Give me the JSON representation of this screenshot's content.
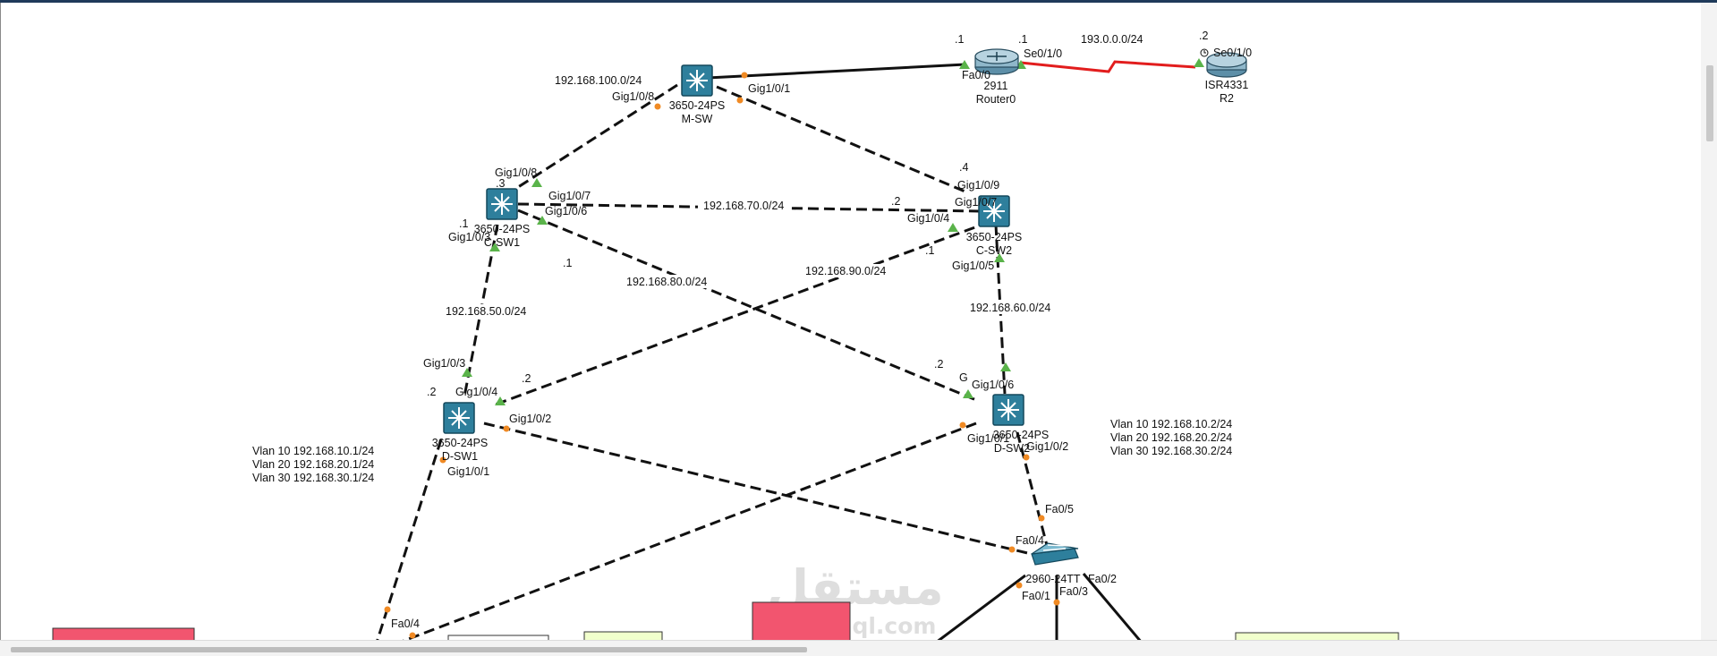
{
  "colors": {
    "switch_blue": "#2e7f9c",
    "serial_link": "#e21d1d",
    "port_up": "#5ab34a",
    "port_amber": "#f08a24",
    "note_pink": "#f2556f",
    "note_yellow": "#f1ffcc"
  },
  "devices": {
    "msw": {
      "model": "3650-24PS",
      "name": "M-SW"
    },
    "router0": {
      "model": "2911",
      "name": "Router0"
    },
    "r2": {
      "model": "ISR4331",
      "name": "R2"
    },
    "csw1": {
      "model": "3650-24PS",
      "name": "C-SW1"
    },
    "csw2": {
      "model": "3650-24PS",
      "name": "C-SW2"
    },
    "dsw1": {
      "model": "3650-24PS",
      "name": "D-SW1"
    },
    "dsw2": {
      "model": "3650-24PS",
      "name": "D-SW2"
    },
    "access": {
      "model": "2960-24TT",
      "name": ""
    }
  },
  "labels": {
    "net_193": "193.0.0.0/24",
    "net_100": "192.168.100.0/24",
    "net_70": "192.168.70.0/24",
    "net_90": "192.168.90.0/24",
    "net_80": "192.168.80.0/24",
    "net_50": "192.168.50.0/24",
    "net_60": "192.168.60.0/24",
    "r0_ip": ".1",
    "r0_se_ip": ".1",
    "r2_ip": ".2",
    "r0_fa": "Fa0/0",
    "r0_se": "Se0/1/0",
    "r2_se": "Se0/1/0",
    "msw_g8": "Gig1/0/8",
    "msw_g1": "Gig1/0/1",
    "csw1_g8": "Gig1/0/8",
    "csw1_g7": "Gig1/0/7",
    "csw1_g6": "Gig1/0/6",
    "csw1_g3": "Gig1/0/3",
    "csw1_ip3": ".3",
    "csw1_ip1": ".1",
    "csw1_ip1b": ".1",
    "csw2_ip4": ".4",
    "csw2_g9": "Gig1/0/9",
    "csw2_g7": "Gig1/0/7",
    "csw2_g4": "Gig1/0/4",
    "csw2_ip2": ".2",
    "csw2_ip1": ".1",
    "csw2_g5": "Gig1/0/5",
    "dsw1_g3": "Gig1/0/3",
    "dsw1_g4": "Gig1/0/4",
    "dsw1_ip2": ".2",
    "dsw1_ip2b": ".2",
    "dsw1_g2": "Gig1/0/2",
    "dsw1_g1": "Gig1/0/1",
    "dsw2_ip2": ".2",
    "dsw2_g": "G",
    "dsw2_g6": "Gig1/0/6",
    "dsw2_g1": "Gig1/0/1",
    "dsw2_g2": "Gig1/0/2",
    "acc_fa5": "Fa0/5",
    "acc_fa4": "Fa0/4",
    "acc_fa2": "Fa0/2",
    "acc_fa1": "Fa0/1",
    "acc_fa3": "Fa0/3",
    "bottom_fa4": "Fa0/4"
  },
  "vlan_left": [
    "Vlan 10 192.168.10.1/24",
    "Vlan 20 192.168.20.1/24",
    "Vlan 30 192.168.30.1/24"
  ],
  "vlan_right": [
    "Vlan 10 192.168.10.2/24",
    "Vlan 20 192.168.20.2/24",
    "Vlan 30 192.168.30.2/24"
  ],
  "watermark": {
    "arabic": "مستقل",
    "latin": "mostaql.com"
  }
}
